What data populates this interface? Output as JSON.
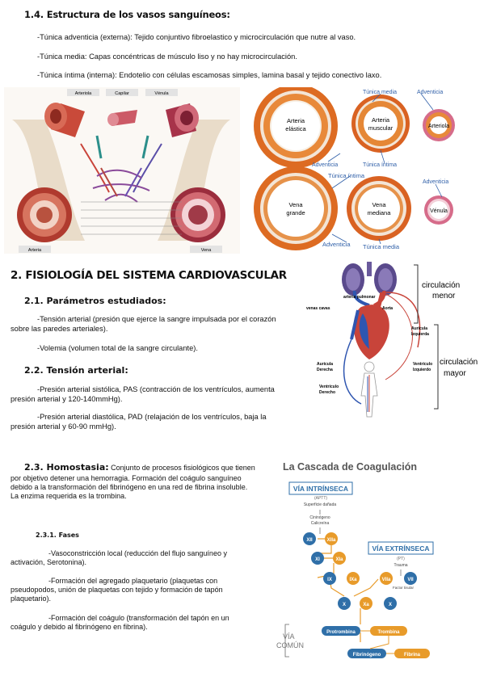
{
  "sec14": {
    "title": "1.4. Estructura de los vasos sanguíneos:",
    "items": [
      "-Túnica adventicia (externa): Tejido conjuntivo fibroelastico y microcirculación que nutre al vaso.",
      "-Túnica media: Capas concéntricas de músculo liso y no hay microcirculación.",
      "-Túnica íntima (interna): Endotelio con células escamosas simples, lamina basal y tejido conectivo laxo."
    ]
  },
  "vessel_fig": {
    "arteriola": "Arteriola",
    "capilar": "Capilar",
    "venula": "Vénula",
    "arteria": "Arteria",
    "vena": "Vena"
  },
  "wall_fig": {
    "tunica_media": "Túnica media",
    "adventicia": "Adventicia",
    "tunica_intima": "Túnica íntima",
    "arteria_elastica_1": "Arteria",
    "arteria_elastica_2": "elástica",
    "arteria_muscular_1": "Arteria",
    "arteria_muscular_2": "muscular",
    "arteriola": "Arteriola",
    "vena_grande_1": "Vena",
    "vena_grande_2": "grande",
    "vena_mediana_1": "Vena",
    "vena_mediana_2": "mediana",
    "venula": "Vénula"
  },
  "sec2": {
    "title": "2. FISIOLOGÍA DEL SISTEMA CARDIOVASCULAR"
  },
  "sec21": {
    "title": "2.1. Parámetros estudiados:",
    "p1a": "-Tensión arterial (presión que ejerce la sangre impulsada por el corazón",
    "p1b": "sobre las paredes arteriales).",
    "p2": "-Volemia (volumen total de la sangre circulante)."
  },
  "sec22": {
    "title": "2.2. Tensión arterial:",
    "p1a": "-Presión arterial sistólica, PAS (contracción de los ventrículos, aumenta",
    "p1b": "presión arterial y 120-140mmHg).",
    "p2a": "-Presión arterial diastólica, PAD (relajación de los ventrículos, baja la",
    "p2b": "presión arterial y 60-90 mmHg)."
  },
  "circ_fig": {
    "menor_1": "circulación",
    "menor_2": "menor",
    "mayor_1": "circulación",
    "mayor_2": "mayor",
    "arteria_pulmonar": "arteria pulmonar",
    "venas_cavas": "venas cavas",
    "aorta": "Aorta",
    "auricula_izq_1": "Aurícula",
    "auricula_izq_2": "Izquierda",
    "ventriculo_izq_1": "Ventrículo",
    "ventriculo_izq_2": "Izquierdo",
    "auricula_der_1": "Aurícula",
    "auricula_der_2": "Derecha",
    "ventriculo_der_1": "Ventrículo",
    "ventriculo_der_2": "Derecho"
  },
  "sec23": {
    "title": "2.3. Homostasia:",
    "l1": "Conjunto de procesos fisiológicos que tienen",
    "l2": "por objetivo detener una hemorragia. Formación del coágulo sanguíneo",
    "l3": "debido a la transformación del fibrinógeno en una red de fibrina insoluble.",
    "l4": "La enzima requerida es la trombina."
  },
  "sec231": {
    "title": "2.3.1. Fases",
    "f1a": "-Vasoconstricción local (reducción del flujo sanguíneo y",
    "f1b": "activación, Serotonina).",
    "f2a": "-Formación del agregado plaquetario (plaquetas con",
    "f2b": "pseudopodos, unión de plaquetas con tejido y formación de tapón",
    "f2c": "plaquetario).",
    "f3a": "-Formación del coágulo (transformación del tapón en un",
    "f3b": "coágulo y debido al fibrinógeno en fibrina)."
  },
  "cascade": {
    "title": "La Cascada de Coagulación",
    "via_intrinseca": "VÍA INTRÍNSECA",
    "aptt": "(APTT)",
    "superficie": "Superficie dañada",
    "cininogeno": "Cininógeno",
    "calicreina": "Calicreína",
    "via_extrinseca": "VÍA EXTRÍNSECA",
    "pt": "(PT)",
    "trauma": "Trauma",
    "factor_tisular": "Factor tisular",
    "via_comun_1": "VÍA",
    "via_comun_2": "COMÚN",
    "xii": "XII",
    "xiia": "XIIa",
    "xi": "XI",
    "xia": "XIa",
    "ix": "IX",
    "ixa": "IXa",
    "viia": "VIIa",
    "vii": "VII",
    "x1": "X",
    "xa": "Xa",
    "x2": "X",
    "protrombina": "Protrombina",
    "trombina": "Trombina",
    "fibrinogeno": "Fibrinógeno",
    "fibrina": "Fibrina"
  },
  "colors": {
    "orange": "#E89B2A",
    "blue": "#2F6FA8",
    "red": "#C8442E"
  }
}
